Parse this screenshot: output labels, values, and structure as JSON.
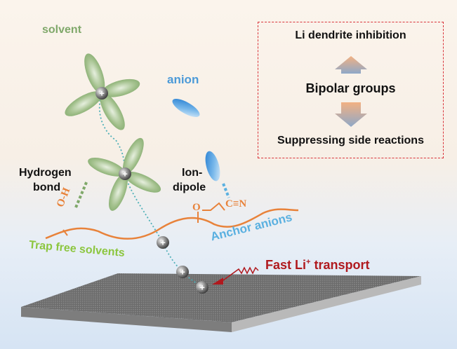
{
  "labels": {
    "solvent": "solvent",
    "anion": "anion",
    "hydrogen_bond_1": "Hydrogen",
    "hydrogen_bond_2": "bond",
    "ion_dipole_1": "Ion-",
    "ion_dipole_2": "dipole",
    "oh_group": "O-H",
    "ether_o": "O",
    "nitrile": "C≡N",
    "trap_free_solvents": "Trap free solvents",
    "anchor_anions": "Anchor anions",
    "fast_li_transport": "Fast Li",
    "fast_li_superscript": "+",
    "fast_li_suffix": " transport"
  },
  "effects_box": {
    "top": "Li dendrite inhibition",
    "middle": "Bipolar groups",
    "bottom": "Suppressing side reactions"
  },
  "colors": {
    "solvent_green": "#7fa86a",
    "anion_blue": "#4c9ad8",
    "polymer_orange": "#e8823a",
    "red_text": "#b0191e",
    "trap_green": "#8cc63f",
    "anchor_blue": "#5ab0e0",
    "dashed_box": "#d9333a"
  }
}
